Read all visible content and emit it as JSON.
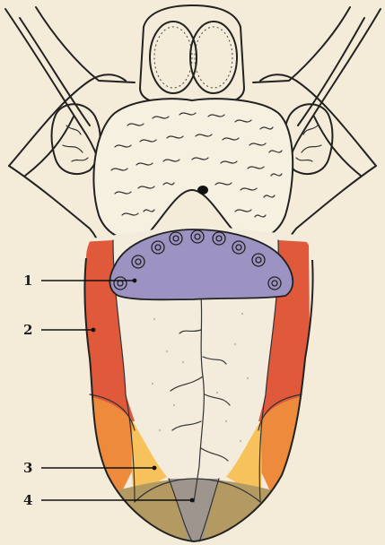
{
  "labels": [
    "1",
    "2",
    "3",
    "4"
  ],
  "colors": {
    "background": "#f4ecd8",
    "tongue_base": "#f3ecdc",
    "zone_1_purple": "#9d93c2",
    "zone_2_red": "#e0593a",
    "zone_2_inner_orange": "#ee8a3c",
    "zone_3_yellow": "#f7c25b",
    "zone_4_tip": "#b39a63",
    "zone_4_center_gray": "#9e968e",
    "outline": "#222222"
  }
}
